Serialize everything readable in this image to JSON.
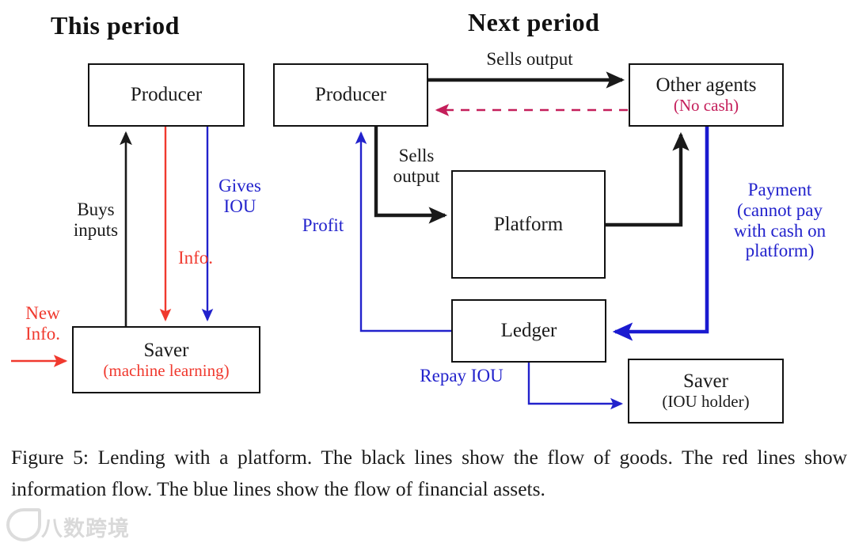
{
  "figure": {
    "titles": {
      "this_period": "This period",
      "next_period": "Next period"
    },
    "caption": "Figure 5: Lending with a platform. The black lines show the flow of goods. The red lines show information flow. The blue lines show the flow of financial assets.",
    "watermark": "八数跨境"
  },
  "colors": {
    "black": "#1a1a1a",
    "red": "#f0392e",
    "crimson": "#c41e5a",
    "blue": "#2222cc",
    "blue_thick": "#1a1ad0",
    "background": "#ffffff"
  },
  "nodes": {
    "producer_this": {
      "title": "Producer",
      "sub": ""
    },
    "saver_this": {
      "title": "Saver",
      "sub": "(machine learning)"
    },
    "producer_next": {
      "title": "Producer",
      "sub": ""
    },
    "other_agents": {
      "title": "Other agents",
      "sub": "(No cash)"
    },
    "platform": {
      "title": "Platform",
      "sub": ""
    },
    "ledger": {
      "title": "Ledger",
      "sub": ""
    },
    "saver_next": {
      "title": "Saver",
      "sub": "(IOU holder)"
    }
  },
  "edge_labels": {
    "buys_inputs": "Buys\ninputs",
    "info": "Info.",
    "gives_iou": "Gives\nIOU",
    "new_info": "New\nInfo.",
    "sells_output_top": "Sells output",
    "sells_output_mid": "Sells\noutput",
    "profit": "Profit",
    "payment": "Payment\n(cannot pay\nwith cash on\nplatform)",
    "repay_iou": "Repay IOU"
  },
  "chart_data": {
    "type": "diagram",
    "title": "Lending with a platform",
    "nodes": [
      {
        "id": "producer_this",
        "label": "Producer",
        "panel": "This period"
      },
      {
        "id": "saver_this",
        "label": "Saver (machine learning)",
        "panel": "This period"
      },
      {
        "id": "producer_next",
        "label": "Producer",
        "panel": "Next period"
      },
      {
        "id": "other_agents",
        "label": "Other agents (No cash)",
        "panel": "Next period"
      },
      {
        "id": "platform",
        "label": "Platform",
        "panel": "Next period"
      },
      {
        "id": "ledger",
        "label": "Ledger",
        "panel": "Next period"
      },
      {
        "id": "saver_next",
        "label": "Saver (IOU holder)",
        "panel": "Next period"
      }
    ],
    "edges": [
      {
        "from": "saver_this",
        "to": "producer_this",
        "label": "Buys inputs",
        "color": "black",
        "style": "solid"
      },
      {
        "from": "producer_this",
        "to": "saver_this",
        "label": "Info.",
        "color": "red",
        "style": "solid"
      },
      {
        "from": "producer_this",
        "to": "saver_this",
        "label": "Gives IOU",
        "color": "blue",
        "style": "solid"
      },
      {
        "from": "external",
        "to": "saver_this",
        "label": "New Info.",
        "color": "red",
        "style": "solid"
      },
      {
        "from": "producer_next",
        "to": "other_agents",
        "label": "Sells output",
        "color": "black",
        "style": "solid"
      },
      {
        "from": "other_agents",
        "to": "producer_next",
        "label": "",
        "color": "crimson",
        "style": "dashed"
      },
      {
        "from": "producer_next",
        "to": "platform",
        "label": "Sells output",
        "color": "black",
        "style": "solid"
      },
      {
        "from": "platform",
        "to": "other_agents",
        "label": "",
        "color": "black",
        "style": "solid"
      },
      {
        "from": "other_agents",
        "to": "ledger",
        "label": "Payment (cannot pay with cash on platform)",
        "color": "blue",
        "style": "solid"
      },
      {
        "from": "ledger",
        "to": "producer_next",
        "label": "Profit",
        "color": "blue",
        "style": "solid"
      },
      {
        "from": "ledger",
        "to": "saver_next",
        "label": "Repay IOU",
        "color": "blue",
        "style": "solid"
      }
    ],
    "legend": [
      {
        "color": "black",
        "meaning": "flow of goods"
      },
      {
        "color": "red",
        "meaning": "information flow"
      },
      {
        "color": "blue",
        "meaning": "flow of financial assets"
      }
    ]
  }
}
